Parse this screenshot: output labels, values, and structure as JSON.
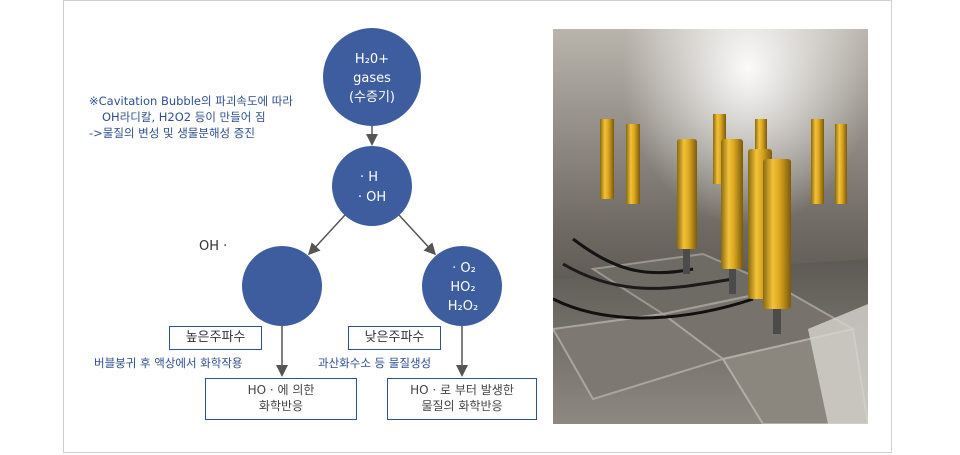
{
  "note": {
    "line1": "※Cavitation Bubble의 파괴속도에 따라",
    "line2": "OH라디칼, H2O2 등이 만들어 짐",
    "line3": "->물질의 변성 및 생물분해성 증진"
  },
  "nodes": {
    "top": {
      "line1": "H₂0+",
      "line2": "gases",
      "line3": "(수증기)"
    },
    "middle": {
      "line1": "· H",
      "line2": "· OH"
    },
    "left": {
      "side_label": "OH ·"
    },
    "right": {
      "line1": "· O₂",
      "line2": "HO₂",
      "line3": "H₂O₂"
    }
  },
  "left_branch": {
    "box_label": "높은주파수",
    "description": "버블붕귀 후 액상에서 화학작용",
    "result_line1": "HO · 에 의한",
    "result_line2": "화학반응"
  },
  "right_branch": {
    "box_label": "낮은주파수",
    "description": "과산화수소 등 물질생성",
    "result_line1": "HO · 로 부터 발생한",
    "result_line2": "물질의 화학반응"
  },
  "colors": {
    "circle": "#3e5d9e",
    "accent_text": "#2f4f8f",
    "arrow": "#555555"
  }
}
